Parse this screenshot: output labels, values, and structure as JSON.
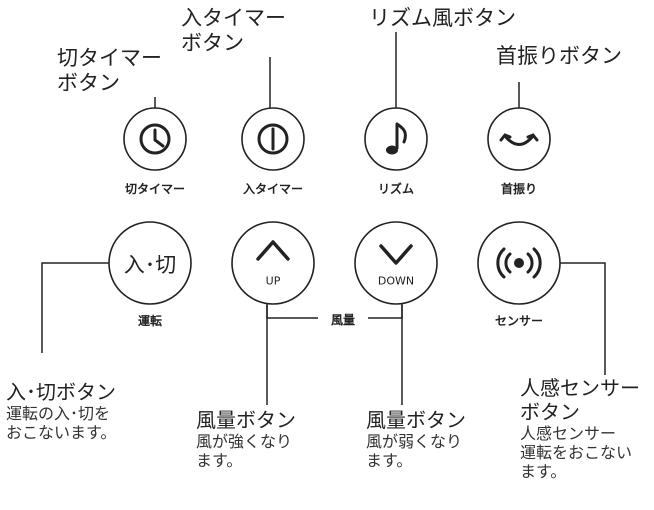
{
  "callouts": {
    "off_timer": [
      "切タイマー",
      "ボタン"
    ],
    "on_timer": [
      "入タイマー",
      "ボタン"
    ],
    "rhythm": "リズム風ボタン",
    "swing": "首振りボタン"
  },
  "labels": {
    "off_timer": "切タイマー",
    "on_timer": "入タイマー",
    "rhythm": "リズム",
    "swing": "首振り",
    "power": "運転",
    "sensor": "センサー",
    "wind": "風量"
  },
  "buttons": {
    "power_text": "入･切",
    "up_text": "UP",
    "down_text": "DOWN"
  },
  "descriptions": {
    "power": {
      "title": "入･切ボタン",
      "body": [
        "運転の入･切を",
        "おこないます。"
      ]
    },
    "wind_up": {
      "title": "風量ボタン",
      "body": [
        "風が強くなり",
        "ます。"
      ]
    },
    "wind_down": {
      "title": "風量ボタン",
      "body": [
        "風が弱くなり",
        "ます。"
      ]
    },
    "sensor": {
      "title": [
        "人感センサー",
        "ボタン"
      ],
      "body": [
        "人感センサー",
        "運転をおこない",
        "ます。"
      ]
    }
  },
  "icons": [
    "clock-icon",
    "power-icon",
    "music-note-icon",
    "swing-arc-icon",
    "chevron-up-icon",
    "chevron-down-icon",
    "sensor-waves-icon"
  ]
}
